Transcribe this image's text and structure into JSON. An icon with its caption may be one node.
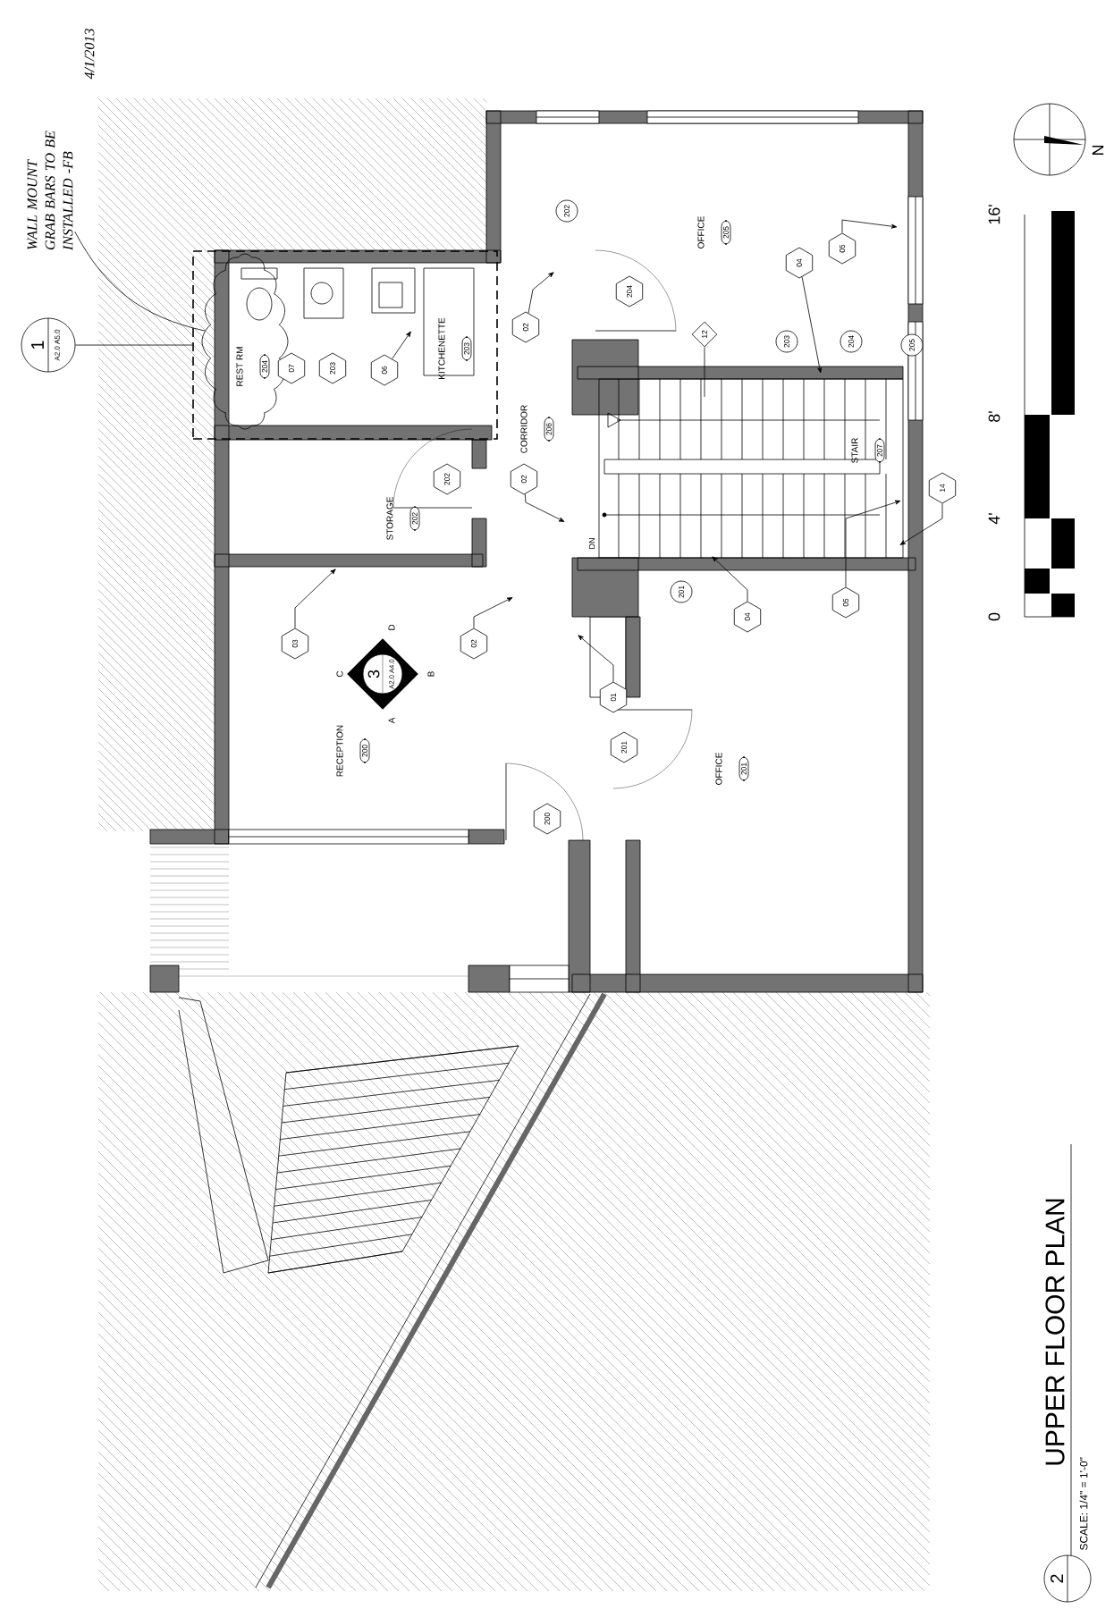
{
  "diagram": {
    "title": "UPPER FLOOR PLAN",
    "nodes": [
      {
        "text": [
          "WALL MOUNT GRAB BARS TO BE INSTALLED -FB",
          "4/1/2013"
        ]
      },
      {
        "text": [
          "1",
          "A2.0 A5.0"
        ]
      },
      {
        "text": [],
        "shape": "box"
      },
      {
        "text": [],
        "shape": "cloud",
        "in": 2
      },
      {
        "text": [
          "REST RM",
          "204"
        ],
        "in": 3
      },
      {
        "text": [
          "KITCHENETTE",
          "203"
        ],
        "in": 2
      },
      {
        "text": [
          "OFFICE",
          "205"
        ]
      },
      {
        "text": [
          "CORRIDOR",
          "206"
        ]
      },
      {
        "text": [
          "STORAGE",
          "202"
        ]
      },
      {
        "text": [
          "STAIR",
          "207"
        ]
      },
      {
        "text": [
          "RECEPTION",
          "200"
        ]
      },
      {
        "text": [
          "OFFICE",
          "201"
        ]
      },
      {
        "text": [
          "07"
        ],
        "in": 2
      },
      {
        "text": [
          "203"
        ],
        "in": 2
      },
      {
        "text": [
          "06"
        ],
        "in": 2
      },
      {
        "text": [
          "02"
        ]
      },
      {
        "text": [
          "204"
        ]
      },
      {
        "text": [
          "202"
        ]
      },
      {
        "text": [
          "04"
        ]
      },
      {
        "text": [
          "05"
        ]
      },
      {
        "text": [
          "12"
        ]
      },
      {
        "text": [
          "203"
        ]
      },
      {
        "text": [
          "204"
        ]
      },
      {
        "text": [
          "205"
        ]
      },
      {
        "text": [
          "202"
        ]
      },
      {
        "text": [
          "02"
        ]
      },
      {
        "text": [
          "03"
        ]
      },
      {
        "text": [
          "02"
        ]
      },
      {
        "text": [
          "3",
          "A2.0 A4.0"
        ],
        "beside": [
          "A",
          "B",
          "C",
          "D"
        ]
      },
      {
        "text": [
          "01"
        ]
      },
      {
        "text": [
          "201"
        ]
      },
      {
        "text": [
          "04"
        ]
      },
      {
        "text": [
          "05"
        ]
      },
      {
        "text": [
          "14"
        ]
      },
      {
        "text": [
          "201"
        ]
      },
      {
        "text": [
          "200"
        ]
      }
    ],
    "edges": [
      {
        "from": 0,
        "to": 3,
        "arrow": "none"
      },
      {
        "from": 1,
        "to": 2,
        "arrow": "none"
      },
      {
        "from": 14,
        "to": null,
        "arrow": "to"
      },
      {
        "from": 15,
        "to": null,
        "arrow": "to"
      },
      {
        "from": 18,
        "to": null,
        "arrow": "to"
      },
      {
        "from": 19,
        "to": null,
        "arrow": "to"
      },
      {
        "from": 20,
        "to": null,
        "arrow": "none"
      },
      {
        "from": 25,
        "to": null,
        "arrow": "to"
      },
      {
        "from": 26,
        "to": null,
        "arrow": "to"
      },
      {
        "from": 27,
        "to": null,
        "arrow": "to"
      },
      {
        "from": 29,
        "to": null,
        "arrow": "to"
      },
      {
        "from": 31,
        "to": null,
        "arrow": "to"
      },
      {
        "from": 32,
        "to": null,
        "arrow": "to"
      },
      {
        "from": 33,
        "to": null,
        "arrow": "to"
      }
    ],
    "labels": [
      "DN",
      "N",
      "16'",
      "8'",
      "4'",
      "0",
      "2",
      "SCALE: 1/4\" = 1'-0\""
    ]
  }
}
